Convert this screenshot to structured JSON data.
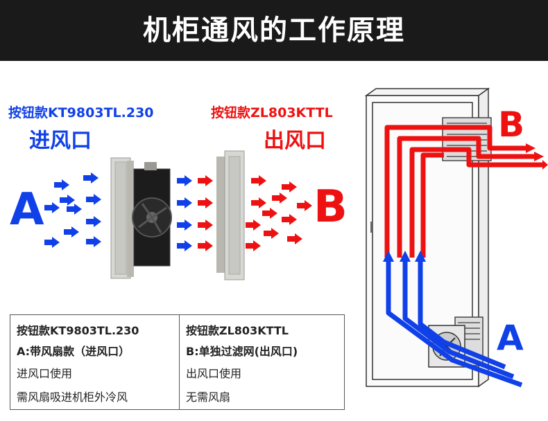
{
  "title": "机柜通风的工作原理",
  "left_panel": {
    "inlet_model": "按钮款KT9803TL.230",
    "inlet_label": "进风口",
    "outlet_model": "按钮款ZL803KTTL",
    "outlet_label": "出风口",
    "point_a": "A",
    "point_b": "B"
  },
  "cabinet": {
    "point_a": "A",
    "point_b": "B"
  },
  "info_table": {
    "left": {
      "model": "按钮款KT9803TL.230",
      "heading": "A:带风扇款（进风口）",
      "line1": "进风口使用",
      "line2": "需风扇吸进机柜外冷风"
    },
    "right": {
      "model": "按钮款ZL803KTTL",
      "heading": "B:单独过滤网(出风口)",
      "line1": "出风口使用",
      "line2": "无需风扇"
    }
  },
  "colors": {
    "inflow": "#1040e8",
    "outflow": "#ee1111",
    "title_bg": "#1a1a1a"
  }
}
